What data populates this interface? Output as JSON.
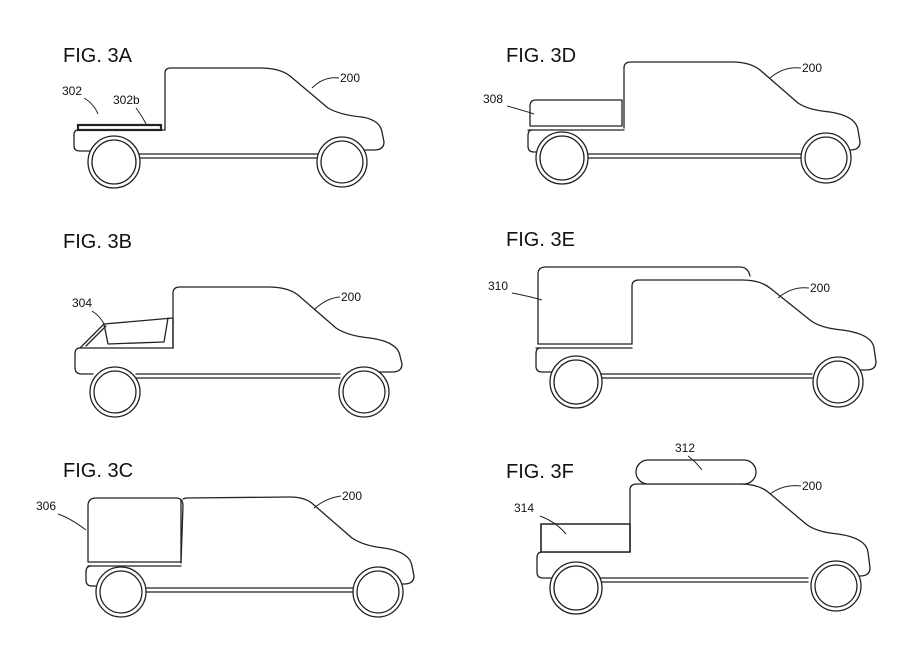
{
  "figures": [
    {
      "id": "3A",
      "title": "FIG. 3A",
      "labels": {
        "vehicle": "200",
        "item": "302",
        "item_b": "302b"
      }
    },
    {
      "id": "3B",
      "title": "FIG. 3B",
      "labels": {
        "vehicle": "200",
        "item": "304"
      }
    },
    {
      "id": "3C",
      "title": "FIG. 3C",
      "labels": {
        "vehicle": "200",
        "item": "306"
      }
    },
    {
      "id": "3D",
      "title": "FIG. 3D",
      "labels": {
        "vehicle": "200",
        "item": "308"
      }
    },
    {
      "id": "3E",
      "title": "FIG. 3E",
      "labels": {
        "vehicle": "200",
        "item": "310"
      }
    },
    {
      "id": "3F",
      "title": "FIG. 3F",
      "labels": {
        "vehicle": "200",
        "item": "314",
        "roof_item": "312"
      }
    }
  ],
  "colors": {
    "ink": "#222222",
    "paper": "#ffffff"
  }
}
